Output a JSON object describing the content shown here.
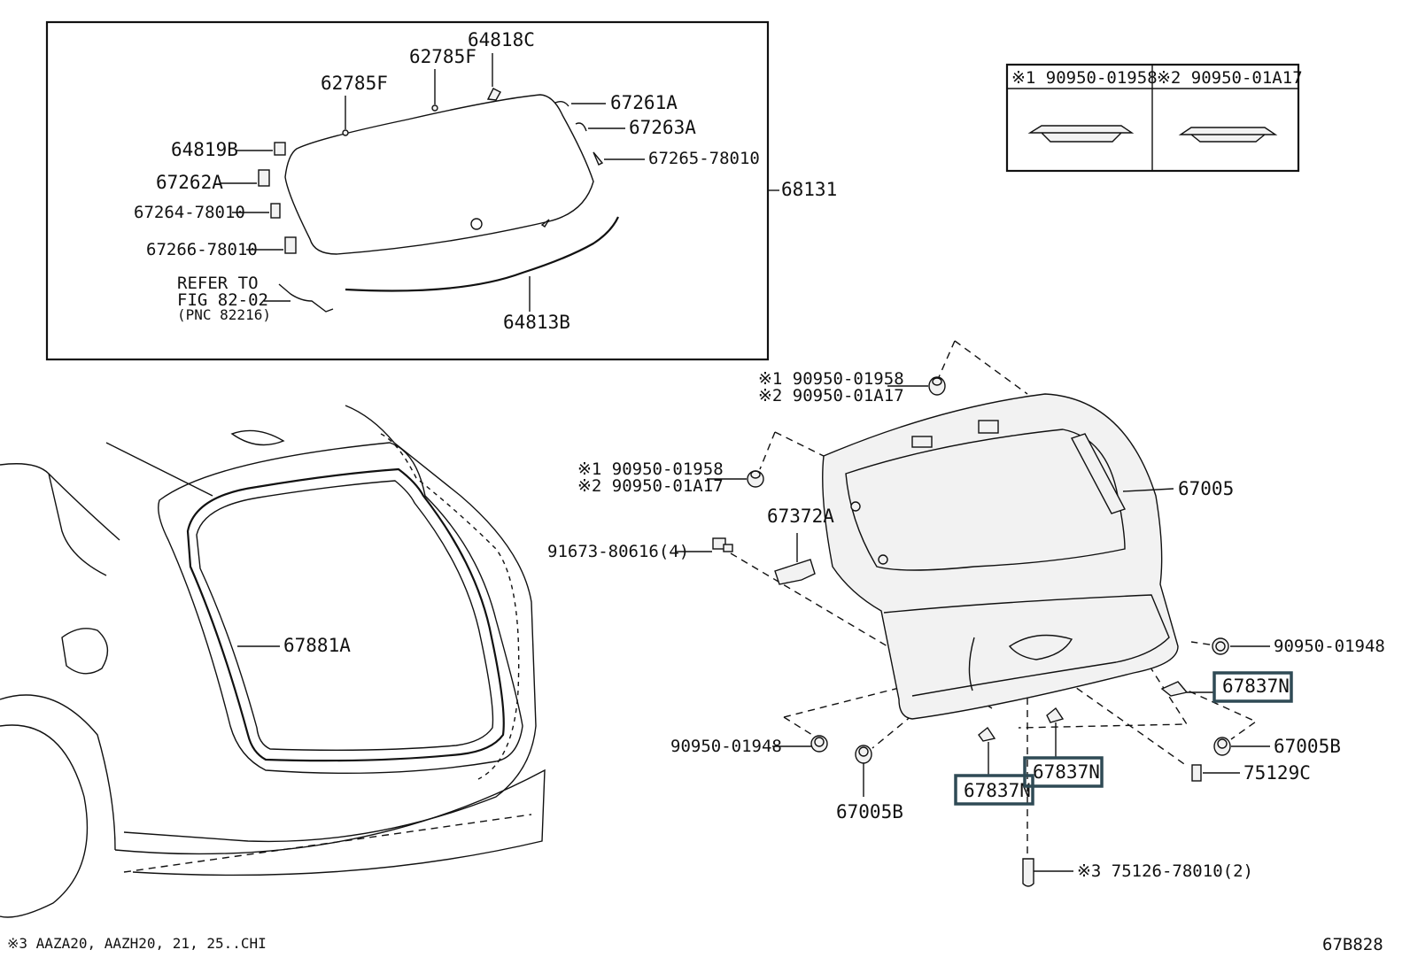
{
  "diagram_id": "67B828",
  "footnote": "※3 AAZA20, AAZH20, 21, 25..CHI",
  "legend": {
    "col1": "※1  90950-01958",
    "col2": "※2  90950-01A17"
  },
  "glass_group": {
    "p62785F_a": "62785F",
    "p62785F_b": "62785F",
    "p64818C": "64818C",
    "p67261A": "67261A",
    "p67263A": "67263A",
    "p67265": "67265-78010",
    "p64819B": "64819B",
    "p67262A": "67262A",
    "p67264": "67264-78010",
    "p67266": "67266-78010",
    "refer1": "REFER TO",
    "refer2": "FIG 82-02",
    "refer3": "(PNC 82216)",
    "p64813B": "64813B",
    "p68131": "68131"
  },
  "door_group": {
    "g1_l1": "※1 90950-01958",
    "g1_l2": "※2 90950-01A17",
    "g2_l1": "※1 90950-01958",
    "g2_l2": "※2 90950-01A17",
    "p67005": "67005",
    "p67372A": "67372A",
    "p91673": "91673-80616(4)",
    "p90950_r": "90950-01948",
    "p90950_l": "90950-01948",
    "p67837N_r": "67837N",
    "p67837N_m": "67837N",
    "p67837N_l": "67837N",
    "p67005B_r": "67005B",
    "p67005B_l": "67005B",
    "p75129C": "75129C",
    "p75126": "※3  75126-78010(2)",
    "p67881A": "67881A"
  }
}
